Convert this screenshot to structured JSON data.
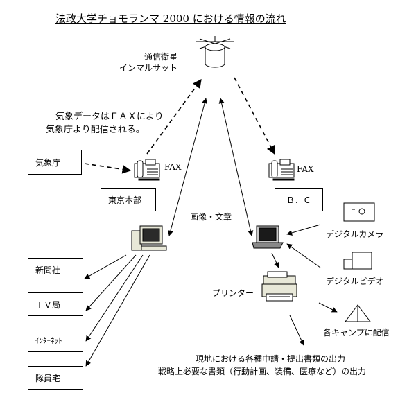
{
  "title": "法政大学チョモランマ 2000 における情報の流れ",
  "satellite": {
    "line1": "通信衛星",
    "line2": "インマルサット"
  },
  "weather_note": {
    "line1": "気象データはＦＡＸにより",
    "line2": "気象庁より配信される。"
  },
  "jma": "気象庁",
  "fax_left": "FAX",
  "fax_right": "FAX",
  "tokyo_hq": "東京本部",
  "bc": "Ｂ．Ｃ",
  "image_text": "画像・文章",
  "digital_camera": "デジタルカメラ",
  "digital_video": "デジタルビデオ",
  "printer": "プリンター",
  "distribute": "各キャンプに配信",
  "destinations": [
    "新聞社",
    "ＴＶ局",
    "ｲﾝﾀｰﾈｯﾄ",
    "隊員宅"
  ],
  "output_note": {
    "line1": "現地における各種申請・提出書類の出力",
    "line2": "戦略上必要な書類（行動計画、装備、医療など）の出力"
  }
}
